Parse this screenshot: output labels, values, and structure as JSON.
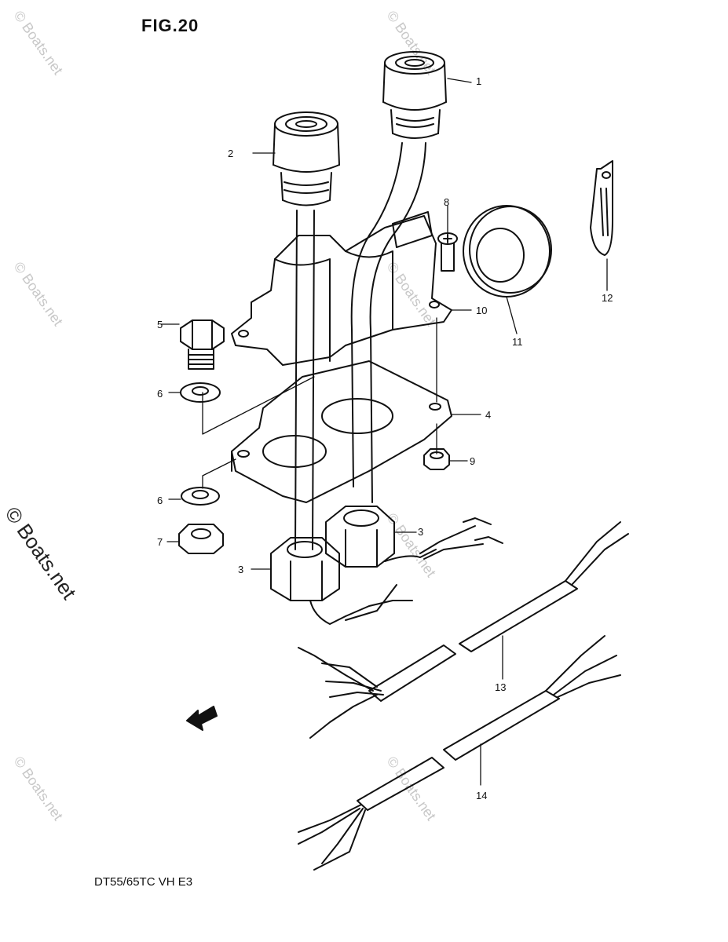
{
  "figure_label": "FIG.20",
  "model_code": "DT55/65TC VH E3",
  "watermark": "© Boats.net",
  "callouts": [
    "1",
    "2",
    "3",
    "3",
    "4",
    "5",
    "6",
    "6",
    "7",
    "8",
    "9",
    "10",
    "11",
    "12",
    "13",
    "14"
  ],
  "icons": {
    "forward_arrow": "fwd-arrow-icon"
  },
  "colors": {
    "ink": "#111111",
    "watermark": "#c8c8c8"
  }
}
